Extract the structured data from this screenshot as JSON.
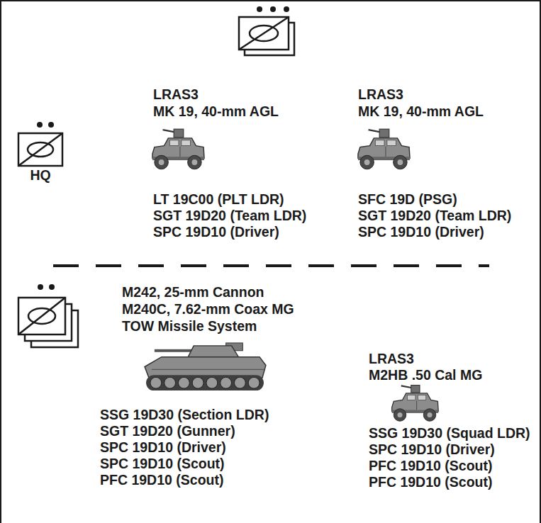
{
  "diagram": {
    "nodes": [
      {
        "text": [
          "HQ"
        ]
      }
    ],
    "labels": [
      "LRAS3",
      "MK 19, 40-mm AGL",
      "LRAS3",
      "MK 19, 40-mm AGL",
      "LT 19C00 (PLT LDR)",
      "SGT 19D20 (Team LDR)",
      "SPC 19D10 (Driver)",
      "SFC 19D (PSG)",
      "SGT 19D20 (Team LDR)",
      "SPC 19D10 (Driver)",
      "M242, 25-mm Cannon",
      "M240C, 7.62-mm Coax MG",
      "TOW Missile System",
      "LRAS3",
      "M2HB .50 Cal MG",
      "SSG 19D30 (Section LDR)",
      "SGT 19D20 (Gunner)",
      "SPC 19D10 (Driver)",
      "SPC 19D10 (Scout)",
      "PFC 19D10 (Scout)",
      "SSG 19D30 (Squad LDR)",
      "SPC 19D10 (Driver)",
      "PFC 19D10 (Scout)",
      "PFC 19D10 (Scout)"
    ]
  }
}
